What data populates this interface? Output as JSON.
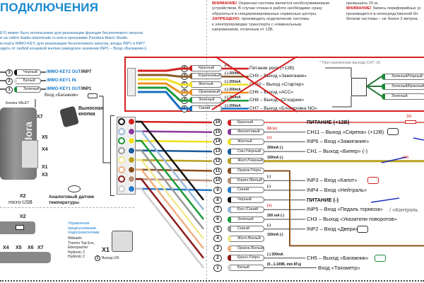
{
  "title": "ПОДКЛЮЧЕНИЯ",
  "intro": [
    "EY) может быть использован для реализации функции бесключевого запуска",
    "и на сайте loader.alarmtrade.ru или в программе Pandora Alarm Studio.",
    "м порта IMMO-KEY, для реализации бесключевого запуска, входы INP1 и INP7",
    "одить от любой концевой кнопки (заводское значение INP1 – Вход «Багажник»)."
  ],
  "warnings_left": {
    "attn_label": "ВНИМАНИЕ!",
    "attn_text": [
      "Охранная система является необслуживаемым",
      "устройством. В случае отказа в работе необходимо сразу",
      "обратиться в специализированные сервисные центры."
    ],
    "forbid_label": "ЗАПРЕЩЕНО:",
    "forbid_text": [
      "производить подключение системы",
      "к электропроводке транспорта с номинальным",
      "напряжением, отличным от 12В."
    ]
  },
  "warnings_right": {
    "line0": "превышать 15 м.",
    "attn_label": "ВНИМАНИЕ!",
    "lines": [
      "Запись периферийных ус",
      "производится в непосредственной бл",
      "блоком системы – не более 2 метров."
    ]
  },
  "immo": [
    {
      "num": "3",
      "label": "Черный",
      "desc": "IMMO-KEY2 OUT",
      "suffix": "/INP7",
      "color": "#111111"
    },
    {
      "num": "2",
      "label": "Белый",
      "desc": "IMMO-KEY1 IN",
      "suffix": "",
      "color": "#dddddd"
    },
    {
      "num": "1",
      "label": "Зеленый",
      "desc": "IMMO-KEY1 OUT",
      "suffix": "/INP1",
      "color": "#1a8a3a"
    }
  ],
  "immo_input": "Вход «Багажник»",
  "module": {
    "brand": "Pandora",
    "valet": "Кнопка VALET",
    "x7": "X7",
    "x5": "X5",
    "x4": "X4",
    "x1": "X1",
    "x3": "X3",
    "x2": "X2",
    "usb": "micro-USB",
    "remote_btn": "Выносная кнопка",
    "temp_sensor": "Аналоговый датчик температуры"
  },
  "bottom": {
    "x2": "X2",
    "x4": "X4",
    "x5": "X5",
    "x6": "X6",
    "x7": "X7",
    "heaters_title": "Управление предпусковыми подогревателями",
    "heaters": [
      "Webasto",
      "Thermo Top Evo,",
      "Eberspacher",
      "Hydronic 2",
      "Hydronic 2"
    ],
    "x1": "X1",
    "lin_num": "1",
    "lin": "Выход LIN"
  },
  "relay_rows": [
    {
      "num": "6",
      "label": "Красный",
      "color": "#d42020",
      "note": "(+)",
      "desc": "Питание реле (+12В)"
    },
    {
      "num": "3",
      "label": "Коричневый",
      "color": "#8a5a2a",
      "note": "(-) 200mA",
      "desc": "CH9 – Выход «Зажигание»"
    },
    {
      "num": "5",
      "label": "Желтый",
      "color": "#f0e020",
      "note": "(-) 200mA",
      "desc": "CH10 – Выход «Стартер»"
    },
    {
      "num": "2",
      "label": "Оранжевый",
      "color": "#f09020",
      "note": "(-) 200mA",
      "desc": "CH6 – Выход «АСС»"
    },
    {
      "num": "4",
      "label": "Зеленый",
      "color": "#1a9a3a",
      "note": "(-) 200mA",
      "desc": "CH8 – Выход «Отходник»"
    },
    {
      "num": "1",
      "label": "Синий",
      "color": "#1a70c0",
      "note": "(-) 200mA",
      "desc": "CH7 – Выход «Блокировка NO»"
    }
  ],
  "relay_note": "* При назначении выхода CH7 «Б",
  "relay_outputs": [
    "Зеленый/Черный",
    "Зеленый/Красный",
    "Зеленый"
  ],
  "main_rows": [
    {
      "num": "16",
      "label": "Красный",
      "color": "#d42020",
      "note": "",
      "desc": "ПИТАНИЕ (+12В)"
    },
    {
      "num": "15",
      "label": "Фиолетовый",
      "color": "#8a3a9a",
      "note": "2A (+)",
      "desc": "CH11 – Выход «Сирена» (+12В)"
    },
    {
      "num": "14",
      "label": "Желтый",
      "color": "#f0e020",
      "note": "(+)",
      "desc": "INP6 – Вход «Зажигание»"
    },
    {
      "num": "13",
      "label": "Син./Черный",
      "color": "#1a5a9a",
      "note": "200mA (-)",
      "desc": "CH1 – Выход «Бипер» (-)"
    },
    {
      "num": "12",
      "label": "Желт./Черный",
      "color": "#b8a020",
      "note": "150mA (-)",
      "desc": ""
    },
    {
      "num": "11",
      "label": "Оранж./Черн.",
      "color": "#8a5020",
      "note": "",
      "desc": ""
    },
    {
      "num": "10",
      "label": "Корич./Белый",
      "color": "#b89078",
      "note": "(-)",
      "desc": "INP3 – Вход «Капот»"
    },
    {
      "num": "9",
      "label": "Синий",
      "color": "#2a7ac8",
      "note": "(-)",
      "desc": "INP4 – Вход «Нейтраль»"
    },
    {
      "num": "8",
      "label": "Черный",
      "color": "#111111",
      "note": "",
      "desc": "ПИТАНИЕ (-)"
    },
    {
      "num": "7",
      "label": "Бел./Синий",
      "color": "#9ab8d8",
      "note": "(+)",
      "desc": "INP5 – Вход «Педаль тормоза»"
    },
    {
      "num": "6",
      "label": "Зеленый",
      "color": "#1a9a3a",
      "note": "200 mA (-)",
      "desc": "CH3 – Выход «Указатели поворотов»"
    },
    {
      "num": "5",
      "label": "Серый",
      "color": "#999999",
      "note": "(-)",
      "desc": "INP2 – Вход «Двери»"
    },
    {
      "num": "4",
      "label": "Желт./Белый",
      "color": "#f0e890",
      "note": "150mA (-)",
      "desc": ""
    },
    {
      "num": "3",
      "label": "Оранж./Белый",
      "color": "#f0b080",
      "note": "",
      "desc": ""
    },
    {
      "num": "2",
      "label": "Красн./Черн.",
      "color": "#8a1a1a",
      "note": "(-) 200mA",
      "desc": "CH5 – Выход «Багажник»"
    },
    {
      "num": "1",
      "label": "Белый",
      "color": "#cccccc",
      "note": "(0...1,100В, min 8Гц)",
      "desc": "Вход «Тахометр»"
    }
  ],
  "brake_extra": "/ «Контроль",
  "fuse": "3A",
  "plus1w": "+1W"
}
